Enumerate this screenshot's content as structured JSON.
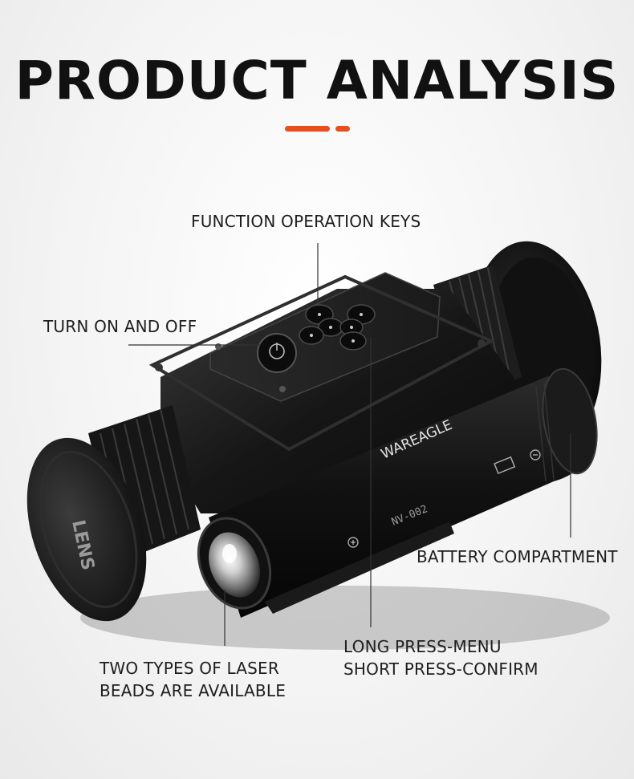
{
  "header": {
    "title": "PRODUCT ANALYSIS"
  },
  "colors": {
    "accent": "#e94e1b",
    "device_body": "#151515",
    "callout_line": "#333333"
  },
  "product": {
    "brand_text": "WAREAGLE",
    "model_text": "NV-002",
    "cap_text": "LENS"
  },
  "callouts": {
    "function_keys": "FUNCTION OPERATION KEYS",
    "power": "TURN ON AND OFF",
    "battery": "BATTERY COMPARTMENT",
    "menu_line1": "LONG PRESS-MENU",
    "menu_line2": "SHORT PRESS-CONFIRM",
    "laser_line1": "TWO TYPES OF LASER",
    "laser_line2": "BEADS ARE AVAILABLE"
  }
}
